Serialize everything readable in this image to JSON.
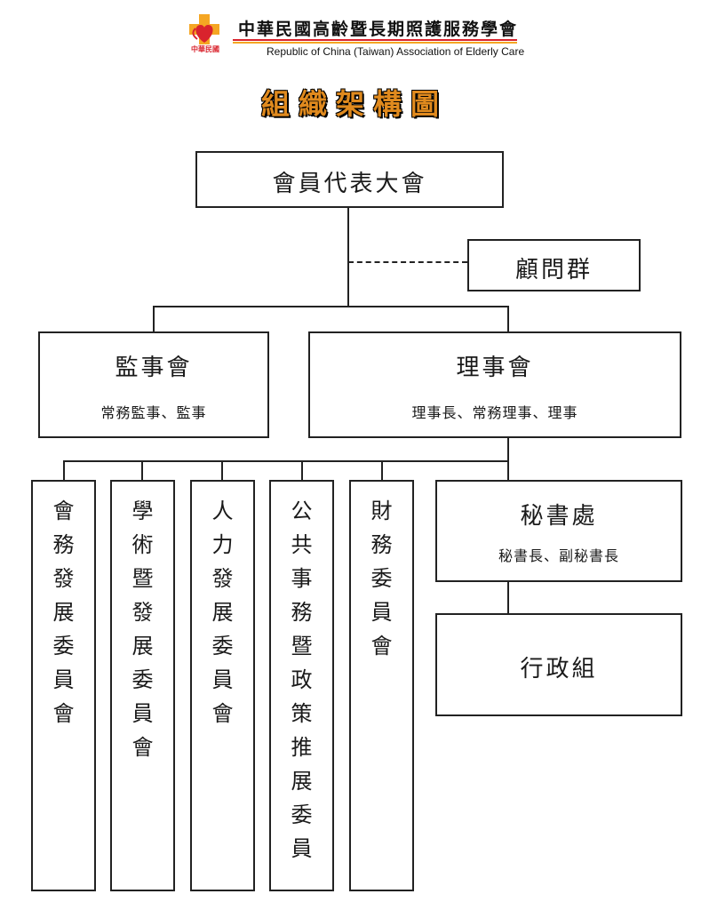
{
  "header": {
    "org_name_zh": "中華民國高齡暨長期照護服務學會",
    "org_name_en": "Republic of China (Taiwan) Association of Elderly Care",
    "logo_text": "中華民國",
    "colors": {
      "red": "#d9232d",
      "orange": "#f5a623"
    }
  },
  "title": "組織架構圖",
  "nodes": {
    "assembly": "會員代表大會",
    "advisors": "顧問群",
    "supervisors": {
      "name": "監事會",
      "members": "常務監事、監事"
    },
    "board": {
      "name": "理事會",
      "members": "理事長、常務理事、理事"
    },
    "secretariat": {
      "name": "秘書處",
      "members": "秘書長、副秘書長"
    },
    "admin": "行政組",
    "committees": [
      "會務發展委員會",
      "學術暨發展委員會",
      "人力發展委員會",
      "公共事務暨政策推展委員",
      "財務委員會"
    ]
  }
}
